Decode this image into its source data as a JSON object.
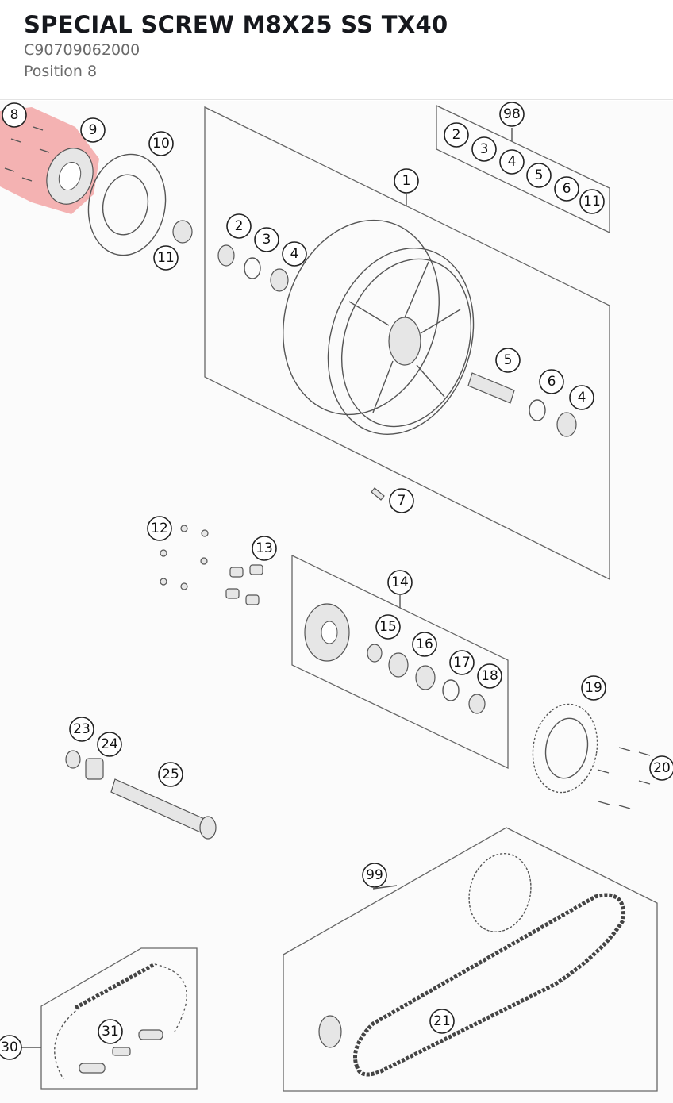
{
  "header": {
    "title": "SPECIAL SCREW M8X25 SS TX40",
    "part_number": "C90709062000",
    "position": "Position 8"
  },
  "diagram": {
    "highlight_color": "#f08a8a",
    "highlighted_callout": "8",
    "callouts": [
      "8",
      "9",
      "10",
      "11",
      "98",
      "2",
      "3",
      "4",
      "5",
      "6",
      "11",
      "1",
      "2",
      "3",
      "4",
      "5",
      "6",
      "4",
      "7",
      "12",
      "13",
      "14",
      "15",
      "16",
      "17",
      "18",
      "19",
      "20",
      "23",
      "24",
      "25",
      "99",
      "21",
      "30",
      "31"
    ]
  }
}
